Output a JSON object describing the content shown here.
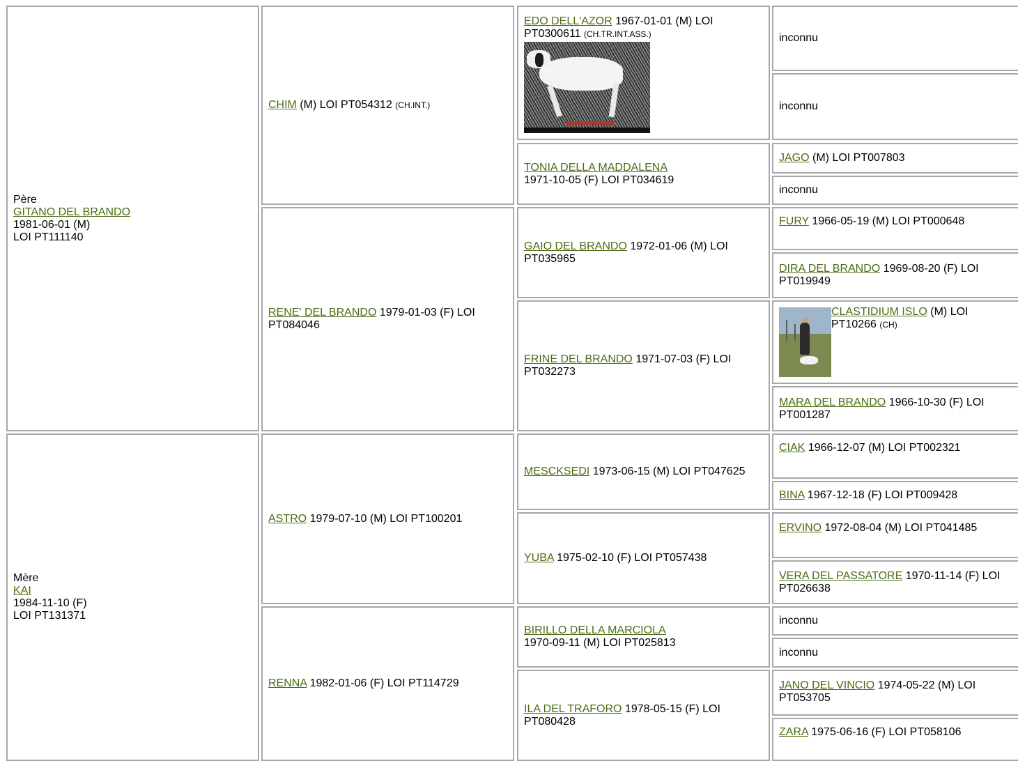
{
  "unknown": "inconnu",
  "sire": {
    "role": "Père",
    "name": "GITANO DEL BRANDO",
    "line2": "1981-06-01 (M)",
    "line3": "LOI PT111140"
  },
  "dam": {
    "role": "Mère",
    "name": "KAI",
    "line2": "1984-11-10 (F)",
    "line3": "LOI PT131371"
  },
  "gen2": {
    "chim": {
      "name": "CHIM",
      "text": " (M) LOI PT054312 ",
      "title": "(CH.INT.)"
    },
    "rene": {
      "name": "RENE' DEL BRANDO",
      "text": " 1979-01-03 (F) LOI PT084046"
    },
    "astro": {
      "name": "ASTRO",
      "text": " 1979-07-10 (M) LOI PT100201"
    },
    "renna": {
      "name": "RENNA",
      "text": " 1982-01-06 (F) LOI PT114729"
    }
  },
  "gen3": {
    "edo": {
      "name": "EDO DELL'AZOR",
      "text": " 1967-01-01 (M) LOI PT0300611 ",
      "title": "(CH.TR.INT.ASS.)"
    },
    "tonia": {
      "name": "TONIA DELLA MADDALENA",
      "text": "1971-10-05 (F) LOI PT034619"
    },
    "gaio": {
      "name": "GAIO DEL BRANDO",
      "text": " 1972-01-06 (M) LOI PT035965"
    },
    "frine": {
      "name": "FRINE DEL BRANDO",
      "text": " 1971-07-03 (F) LOI PT032273"
    },
    "mescksedi": {
      "name": "MESCKSEDI",
      "text": " 1973-06-15 (M) LOI PT047625"
    },
    "yuba": {
      "name": "YUBA",
      "text": " 1975-02-10 (F) LOI PT057438"
    },
    "birillo": {
      "name": "BIRILLO DELLA MARCIOLA",
      "text": "1970-09-11 (M) LOI PT025813"
    },
    "ila": {
      "name": "ILA DEL TRAFORO",
      "text": " 1978-05-15 (F) LOI PT080428"
    }
  },
  "gen4": {
    "jago": {
      "name": "JAGO",
      "text": " (M) LOI PT007803"
    },
    "fury": {
      "name": "FURY",
      "text": " 1966-05-19 (M) LOI PT000648"
    },
    "dira": {
      "name": "DIRA DEL BRANDO",
      "text": " 1969-08-20 (F) LOI PT019949"
    },
    "clastidium": {
      "name": "CLASTIDIUM ISLO",
      "text": " (M) LOI PT10266 ",
      "title": "(CH)"
    },
    "mara": {
      "name": "MARA DEL BRANDO",
      "text": " 1966-10-30 (F) LOI PT001287"
    },
    "ciak": {
      "name": "CIAK",
      "text": " 1966-12-07 (M) LOI PT002321"
    },
    "bina": {
      "name": "BINA",
      "text": " 1967-12-18 (F) LOI PT009428"
    },
    "ervino": {
      "name": "ERVINO",
      "text": " 1972-08-04 (M) LOI PT041485"
    },
    "vera": {
      "name": "VERA DEL PASSATORE",
      "text": " 1970-11-14 (F) LOI PT026638"
    },
    "jano": {
      "name": "JANO DEL VINCIO",
      "text": " 1974-05-22 (M) LOI PT053705"
    },
    "zara": {
      "name": "ZARA",
      "text": " 1975-06-16 (F) LOI PT058106"
    }
  }
}
